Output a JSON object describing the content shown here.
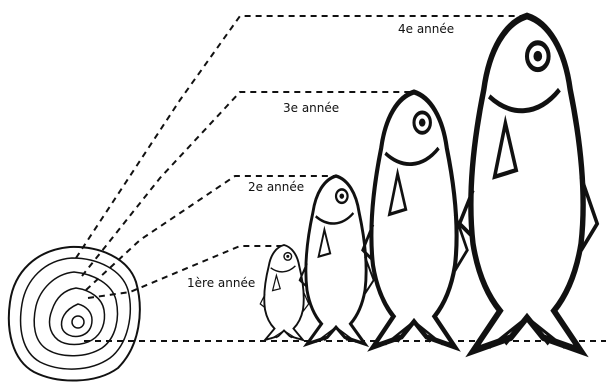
{
  "labels": {
    "year1": "1ère année",
    "year2": "2e année",
    "year3": "3e année",
    "year4": "4e année"
  }
}
